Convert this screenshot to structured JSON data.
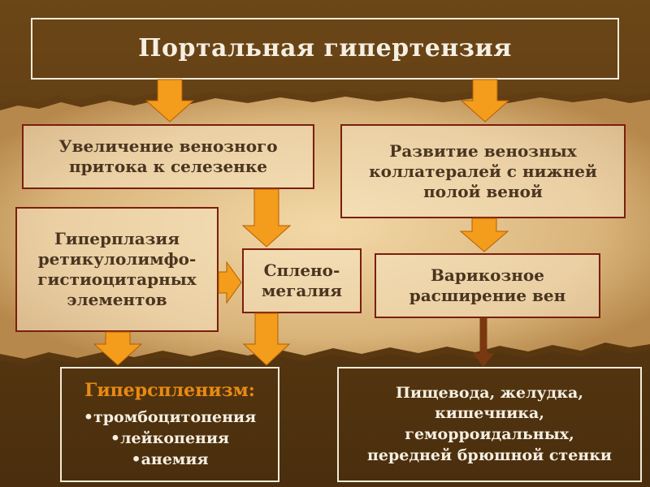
{
  "colors": {
    "arrow_fill": "#f49c1c",
    "arrow_outline": "#b35e00",
    "dark_arrow": "#7a3810",
    "box_border": "#7a1f0e",
    "hypersplenism_heading": "#e88a14"
  },
  "title": "Портальная гипертензия",
  "nodes": {
    "increase_inflow": [
      "Увеличение венозного",
      "притока к селезенке"
    ],
    "collaterals": [
      "Развитие венозных",
      "коллатералей с нижней",
      "полой веной"
    ],
    "hyperplasia": [
      "Гиперплазия",
      "ретикулолимфо-",
      "гистиоцитарных",
      "элементов"
    ],
    "splenomegaly": [
      "Сплено-",
      "мегалия"
    ],
    "varicose": [
      "Варикозное",
      "расширение вен"
    ],
    "hypersplenism": {
      "heading": "Гиперспленизм:",
      "items": [
        "•тромбоцитопения",
        "•лейкопения",
        "•анемия"
      ]
    },
    "sites": [
      "Пищевода, желудка,",
      "кишечника,",
      "геморроидальных,",
      "передней брюшной стенки"
    ]
  }
}
